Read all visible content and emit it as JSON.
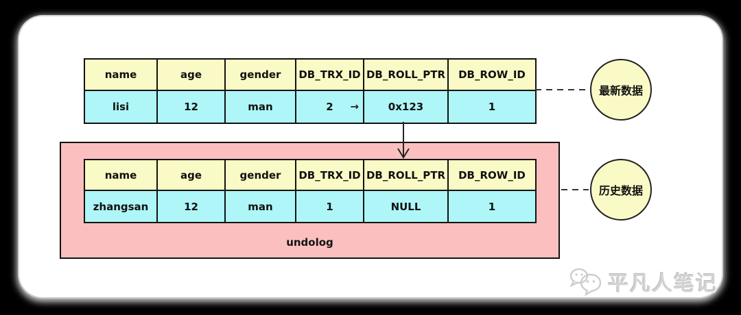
{
  "latest_table": {
    "headers": [
      "name",
      "age",
      "gender",
      "DB_TRX_ID",
      "DB_ROLL_PTR",
      "DB_ROW_ID"
    ],
    "row": [
      "lisi",
      "12",
      "man",
      "2",
      "0x123",
      "1"
    ],
    "pointer_arrow": "→"
  },
  "history_table": {
    "headers": [
      "name",
      "age",
      "gender",
      "DB_TRX_ID",
      "DB_ROLL_PTR",
      "DB_ROW_ID"
    ],
    "row": [
      "zhangsan",
      "12",
      "man",
      "1",
      "NULL",
      "1"
    ]
  },
  "undolog": {
    "label": "undolog"
  },
  "badges": {
    "latest": "最新数据",
    "history": "历史数据"
  },
  "watermark": {
    "text": "平凡人笔记",
    "icon": "wechat-icon"
  },
  "colors": {
    "header_fill": "#FAFAC6",
    "row_fill": "#AEF6F8",
    "undolog_fill": "#FBBFBF",
    "circle_fill": "#FAFAC6",
    "line": "#111111",
    "watermark": "#d2d2d2"
  }
}
